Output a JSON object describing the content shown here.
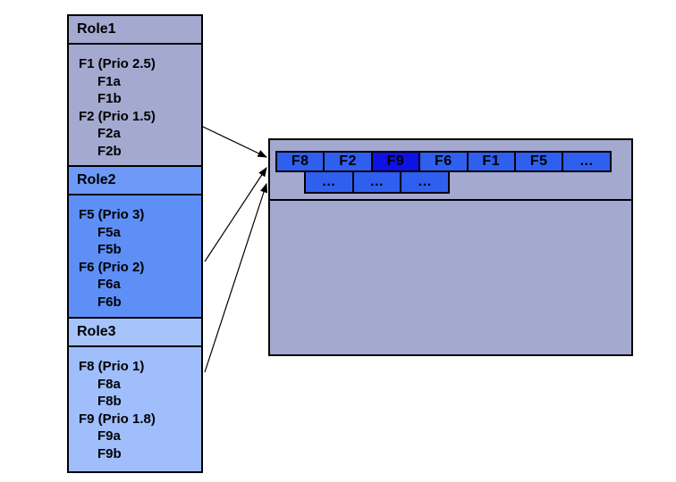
{
  "colors": {
    "background": "#FFFFFF",
    "slate_panel": "#A4A9D0",
    "role2_header": "#6D9AF8",
    "role2_body": "#5E8FF7",
    "role3_header": "#A6C3FC",
    "role3_body": "#9FBEFB",
    "queue_cell": "#2F5FEF",
    "queue_cell_highlight": "#0E12E2",
    "outline": "#000000"
  },
  "roles": [
    {
      "name": "Role1",
      "items": [
        "F1 (Prio 2.5)",
        "F1a",
        "F1b",
        "F2 (Prio 1.5)",
        "F2a",
        "F2b"
      ]
    },
    {
      "name": "Role2",
      "items": [
        "F5 (Prio 3)",
        "F5a",
        "F5b",
        "F6 (Prio 2)",
        "F6a",
        "F6b"
      ]
    },
    {
      "name": "Role3",
      "items": [
        "F8 (Prio 1)",
        "F8a",
        "F8b",
        "F9 (Prio 1.8)",
        "F9a",
        "F9b"
      ]
    }
  ],
  "queue": {
    "row1": [
      "F8",
      "F2",
      "F9",
      "F6",
      "F1",
      "F5",
      "..."
    ],
    "highlighted": "F9",
    "row2": [
      "...",
      "...",
      "..."
    ]
  }
}
